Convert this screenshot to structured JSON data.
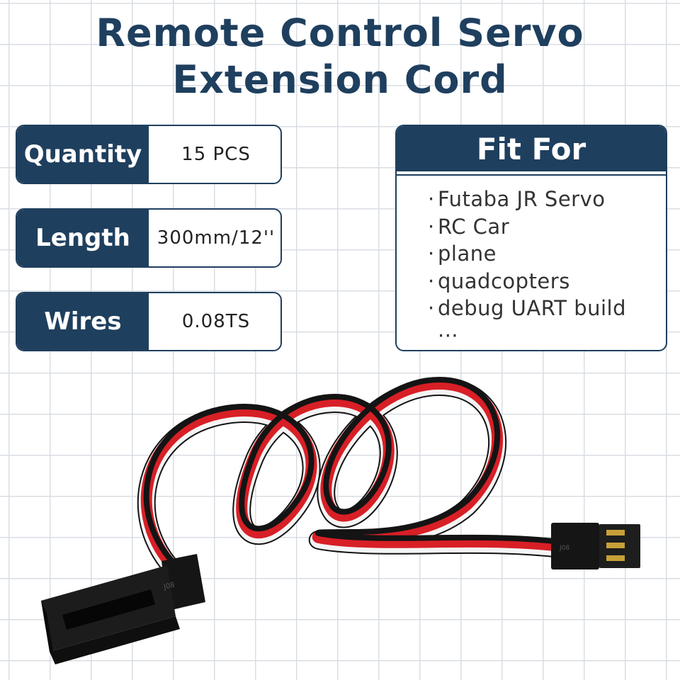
{
  "title": {
    "line1": "Remote Control Servo",
    "line2": "Extension Cord"
  },
  "specs": [
    {
      "label": "Quantity",
      "value": "15 PCS"
    },
    {
      "label": "Length",
      "value": "300mm/12''"
    },
    {
      "label": "Wires",
      "value": "0.08TS"
    }
  ],
  "fit_for": {
    "heading": "Fit For",
    "bullet": "·",
    "items": [
      "Futaba JR Servo",
      "RC Car",
      "plane",
      "quadcopters",
      "debug UART build",
      "···"
    ]
  },
  "connector": {
    "female_mark": "J08",
    "male_mark": "J08"
  },
  "colors": {
    "brand_navy": "#1f3f5e",
    "wire_black": "#141414",
    "wire_red": "#d81f26",
    "wire_white": "#f4f4f4",
    "grid_line": "#d9dde3"
  },
  "icons": [
    "servo-extension-cable-image",
    "female-connector",
    "male-connector"
  ]
}
